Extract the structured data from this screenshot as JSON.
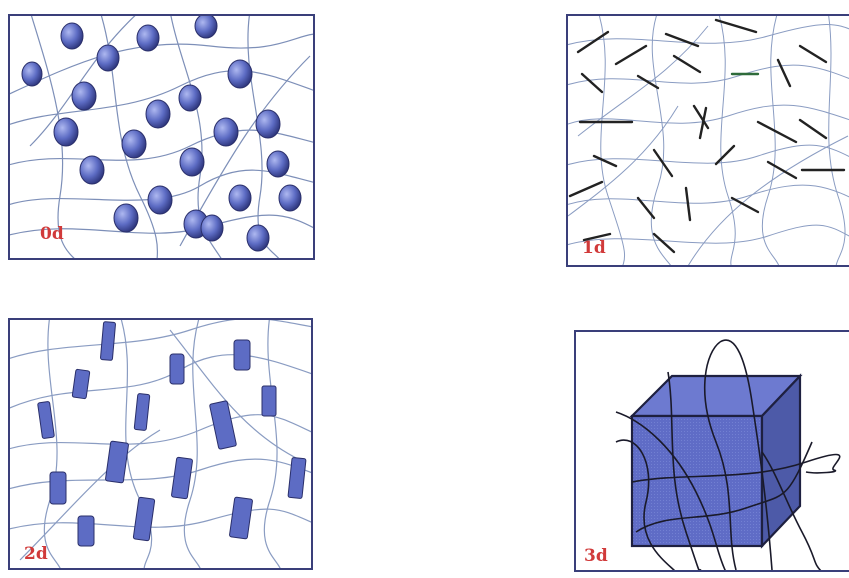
{
  "panels": [
    {
      "label": "0d",
      "kind": "spherical-particles"
    },
    {
      "label": "1d",
      "kind": "rod-particles"
    },
    {
      "label": "2d",
      "kind": "platelet-particles"
    },
    {
      "label": "3d",
      "kind": "cube-particle"
    }
  ],
  "colors": {
    "particle_fill": "#5d6cc4",
    "particle_stroke": "#2a2f6a",
    "fiber": "#7d8fb8",
    "rod": "#1e1e1e",
    "label": "#d13a3a",
    "frame": "#3a3f7a"
  }
}
